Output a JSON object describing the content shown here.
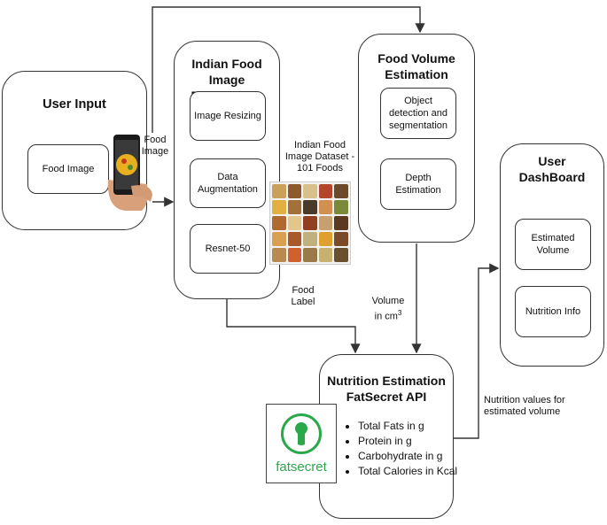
{
  "user_input": {
    "title": "User Input",
    "food_image": "Food Image"
  },
  "phone_label": [
    "Food",
    "Image"
  ],
  "recognition": {
    "title_lines": [
      "Indian Food Image",
      "Recognition"
    ],
    "steps": [
      "Image Resizing",
      "Data Augmentation",
      "Resnet-50"
    ]
  },
  "dataset_label": [
    "Indian Food",
    "Image Dataset -",
    "101 Foods"
  ],
  "food_label": [
    "Food",
    "Label"
  ],
  "volume_est": {
    "title_lines": [
      "Food Volume",
      "Estimation"
    ],
    "steps": [
      "Object detection and segmentation",
      "Depth Estimation"
    ]
  },
  "volume_label": {
    "line1": "Volume",
    "line2": "in cm",
    "sup": "3"
  },
  "dashboard": {
    "title_lines": [
      "User",
      "DashBoard"
    ],
    "items": [
      "Estimated Volume",
      "Nutrition Info"
    ]
  },
  "nutrition": {
    "title_lines": [
      "Nutrition Estimation",
      "FatSecret API"
    ],
    "bullets": [
      "Total Fats in g",
      "Protein in g",
      "Carbohydrate in g",
      "Total Calories in Kcal"
    ]
  },
  "fatsecret_logo": "fatsecret",
  "nutrition_values_label": [
    "Nutrition values for",
    "estimated volume"
  ],
  "colors": {
    "fatsecret_green": "#2aa84a",
    "line": "#333333"
  }
}
